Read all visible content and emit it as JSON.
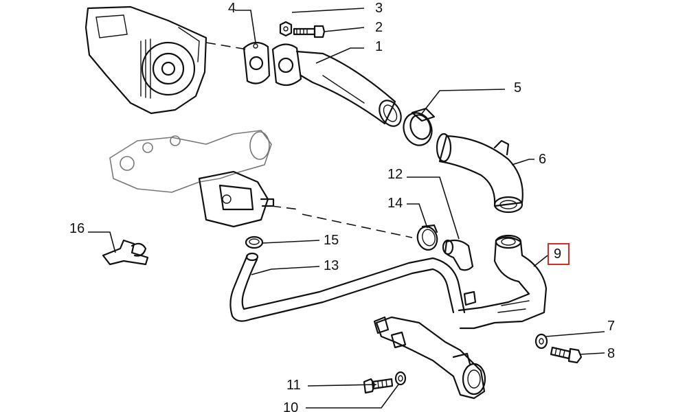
{
  "diagram": {
    "highlight_color": "#d42a2a",
    "line_color": "#111111",
    "highlighted_callout": "9",
    "callouts": [
      {
        "id": "c1",
        "label": "1"
      },
      {
        "id": "c2",
        "label": "2"
      },
      {
        "id": "c3",
        "label": "3"
      },
      {
        "id": "c4",
        "label": "4"
      },
      {
        "id": "c5",
        "label": "5"
      },
      {
        "id": "c6",
        "label": "6"
      },
      {
        "id": "c7",
        "label": "7"
      },
      {
        "id": "c8",
        "label": "8"
      },
      {
        "id": "c9",
        "label": "9"
      },
      {
        "id": "c10",
        "label": "10"
      },
      {
        "id": "c11",
        "label": "11"
      },
      {
        "id": "c12",
        "label": "12"
      },
      {
        "id": "c13",
        "label": "13"
      },
      {
        "id": "c14",
        "label": "14"
      },
      {
        "id": "c15",
        "label": "15"
      },
      {
        "id": "c16",
        "label": "16"
      }
    ]
  }
}
